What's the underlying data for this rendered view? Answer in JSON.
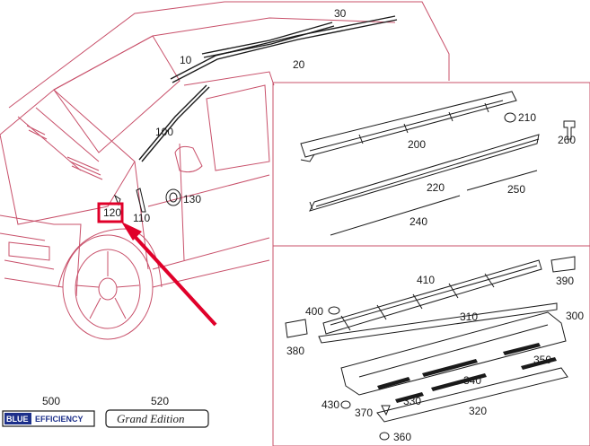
{
  "colors": {
    "line": "#c8506a",
    "dark": "#1a1a1a",
    "highlight": "#e0002a",
    "badge_blue": "#1c2f8a"
  },
  "part_numbers": {
    "p10": "10",
    "p20": "20",
    "p30": "30",
    "p100": "100",
    "p110": "110",
    "p120": "120",
    "p130": "130",
    "p200": "200",
    "p210": "210",
    "p220": "220",
    "p240": "240",
    "p250": "250",
    "p260": "260",
    "p300": "300",
    "p310": "310",
    "p320": "320",
    "p330": "330",
    "p340": "340",
    "p350": "350",
    "p360": "360",
    "p370": "370",
    "p380": "380",
    "p390": "390",
    "p400": "400",
    "p410": "410",
    "p430": "430"
  },
  "badges": {
    "blue_efficiency": {
      "number": "500",
      "word1": "BLUE",
      "word2": "EFFICIENCY"
    },
    "grand_edition": {
      "number": "520",
      "text": "Grand Edition"
    }
  },
  "highlighted_part": "120"
}
